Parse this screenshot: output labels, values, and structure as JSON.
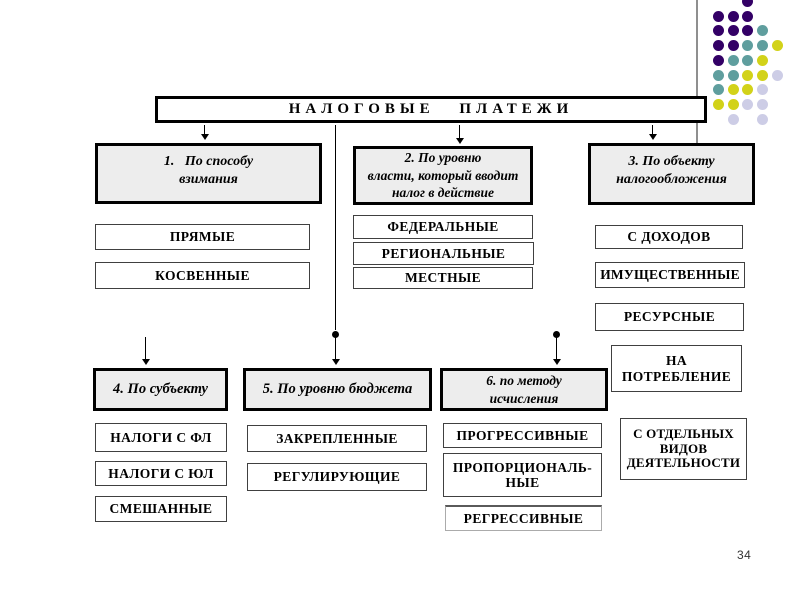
{
  "slide": {
    "page_number": "34",
    "title": "НАЛОГОВЫЕ ПЛАТЕЖИ"
  },
  "diagram": {
    "categories": [
      {
        "label": "1.   По способу\nвзимания",
        "children": [
          "ПРЯМЫЕ",
          "КОСВЕННЫЕ"
        ]
      },
      {
        "label": "2. По уровню\nвласти, который вводит\nналог в действие",
        "children": [
          "ФЕДЕРАЛЬНЫЕ",
          "РЕГИОНАЛЬНЫЕ",
          "МЕСТНЫЕ"
        ]
      },
      {
        "label": "3. По объекту\nналогообложения",
        "children": [
          "С ДОХОДОВ",
          "ИМУЩЕСТВЕННЫЕ",
          "РЕСУРСНЫЕ",
          "НА\nПОТРЕБЛЕНИЕ",
          "С ОТДЕЛЬНЫХ\nВИДОВ\nДЕЯТЕЛЬНОСТИ"
        ]
      },
      {
        "label": "4. По субъекту",
        "children": [
          "НАЛОГИ С ФЛ",
          "НАЛОГИ С ЮЛ",
          "СМЕШАННЫЕ"
        ]
      },
      {
        "label": "5. По уровню бюджета",
        "children": [
          "ЗАКРЕПЛЕННЫЕ",
          "РЕГУЛИРУЮЩИЕ"
        ]
      },
      {
        "label": "6. по методу\nисчисления",
        "children": [
          "ПРОГРЕССИВНЫЕ",
          "ПРОПОРЦИОНАЛЬ-\nНЫЕ",
          "РЕГРЕССИВНЫЕ"
        ]
      }
    ]
  },
  "decor": {
    "dot_colors": {
      "P": "#330066",
      "T": "#5f9e9e",
      "Y": "#d2d219",
      "L": "#cdcde6"
    },
    "dot_rows": [
      "..P..",
      "PPP..",
      "PPPT.",
      "PPTTY",
      "PTTY.",
      "TTYYL",
      "TYYL.",
      "YYLL.",
      ".L.L."
    ]
  }
}
